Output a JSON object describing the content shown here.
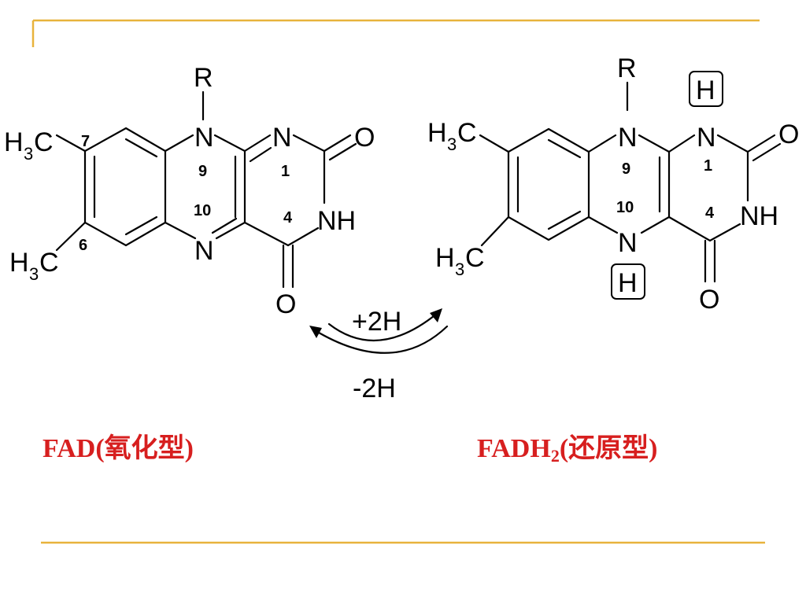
{
  "colors": {
    "accent_line": "#E8B33C",
    "caption_red": "#D71F1F"
  },
  "left_molecule": {
    "atoms": {
      "R": "R",
      "N9": "N",
      "N1": "N",
      "N10": "N",
      "NH": "NH",
      "O2": "O",
      "O4": "O",
      "C7_H": "H",
      "C7_sub": "3",
      "C7_C": "C",
      "C6_H": "H",
      "C6_sub": "3",
      "C6_C": "C"
    },
    "numbers": {
      "n7": "7",
      "n6": "6",
      "n9": "9",
      "n1": "1",
      "n10": "10",
      "n4": "4"
    }
  },
  "right_molecule": {
    "atoms": {
      "R": "R",
      "H_top": "H",
      "H_bottom": "H",
      "N9": "N",
      "N1": "N",
      "N10": "N",
      "NH": "NH",
      "O2": "O",
      "O4": "O",
      "C7_H": "H",
      "C7_sub": "3",
      "C7_C": "C",
      "C6_H": "H",
      "C6_sub": "3",
      "C6_C": "C"
    },
    "numbers": {
      "n9": "9",
      "n1": "1",
      "n10": "10",
      "n4": "4"
    }
  },
  "reaction": {
    "forward": "+2H",
    "reverse": "-2H"
  },
  "captions": {
    "left": "FAD(氧化型)",
    "right_main": "FADH",
    "right_sub": "2",
    "right_rest": "(还原型)"
  }
}
